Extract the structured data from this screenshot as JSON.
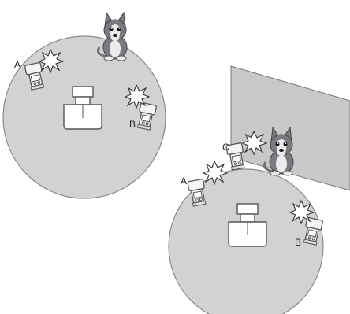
{
  "diagram": {
    "setup_one": {
      "flash_labels": {
        "a": "A",
        "b": "B"
      }
    },
    "setup_two": {
      "flash_labels": {
        "a": "A",
        "b": "B",
        "c": "C"
      }
    }
  },
  "colors": {
    "floor": "#d2d2d2",
    "floor_stroke": "#8a8a8a",
    "wall": "#c8c8c8",
    "dog_dark": "#7a7a80",
    "dog_light": "#ebebeb",
    "flash_body": "#f4f4f4",
    "flash_stroke": "#555555"
  },
  "icons": {
    "dog": "dog-icon",
    "flash": "speedlight-flash-icon",
    "burst": "flash-burst-icon",
    "camera": "camera-icon"
  }
}
